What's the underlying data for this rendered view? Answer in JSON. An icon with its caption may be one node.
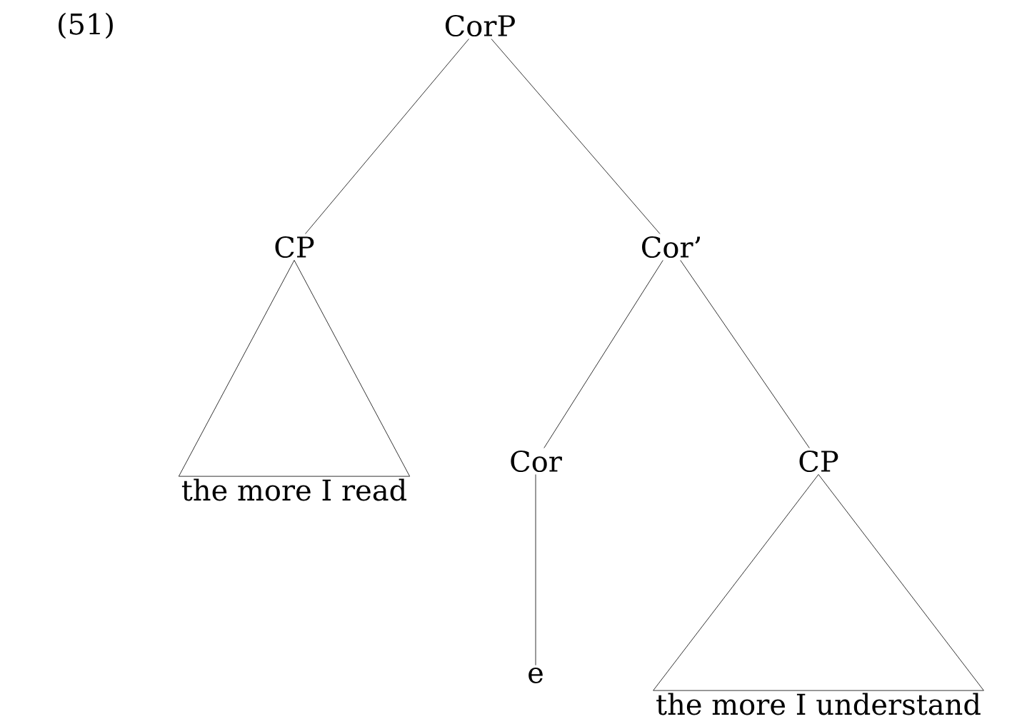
{
  "diagram": {
    "nodes": [
      {
        "text": [
          "CorP"
        ]
      },
      {
        "text": [
          "CP"
        ]
      },
      {
        "text": [
          "Cor’"
        ]
      },
      {
        "text": [
          "the more I read"
        ]
      },
      {
        "text": [
          "Cor"
        ]
      },
      {
        "text": [
          "CP"
        ]
      },
      {
        "text": [
          "e"
        ]
      },
      {
        "text": [
          "the more I understand"
        ]
      }
    ],
    "edges": [
      {
        "from": 0,
        "to": 1,
        "arrow": "none"
      },
      {
        "from": 0,
        "to": 2,
        "arrow": "none"
      },
      {
        "from": 1,
        "to": 3,
        "arrow": "none"
      },
      {
        "from": 2,
        "to": 4,
        "arrow": "none"
      },
      {
        "from": 2,
        "to": 5,
        "arrow": "none"
      },
      {
        "from": 4,
        "to": 6,
        "arrow": "none"
      },
      {
        "from": 5,
        "to": 7,
        "arrow": "none"
      }
    ],
    "labels": [
      "(51)"
    ]
  }
}
